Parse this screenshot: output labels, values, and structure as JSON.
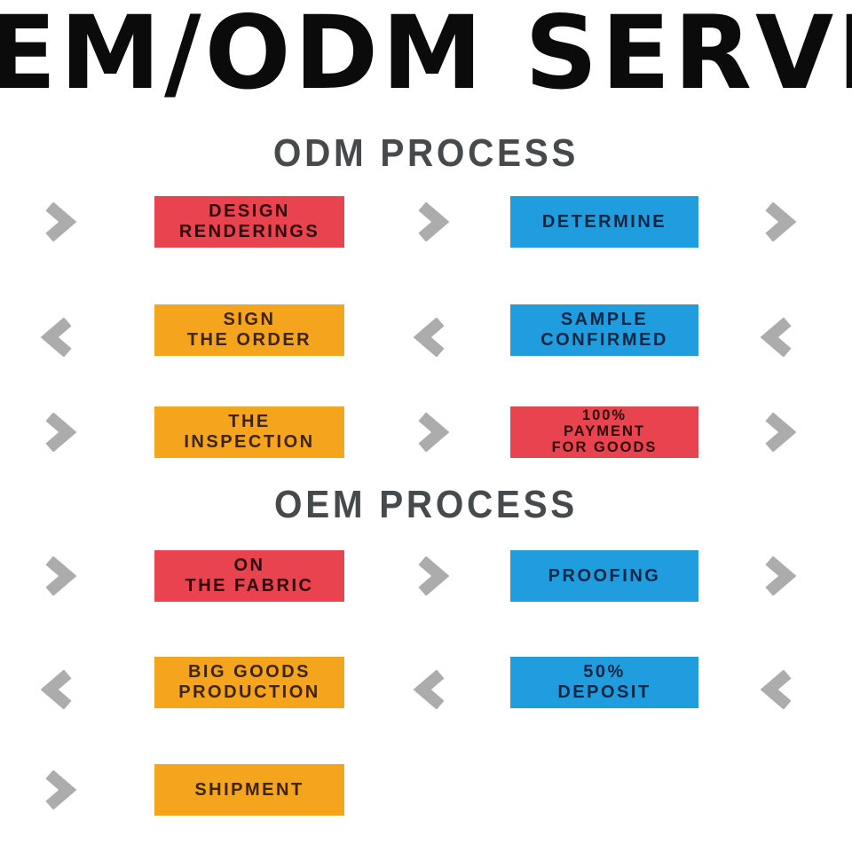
{
  "title": "OEM/ODM SERVICE",
  "colors": {
    "red": "#E8434E",
    "orange": "#F4A51D",
    "blue": "#1F9DDF",
    "arrow": "#ACACAC",
    "heading": "#474A4C",
    "title": "#0B0B0B"
  },
  "text_colors": {
    "red": "#2E070D",
    "orange": "#3E2403",
    "blue": "#0C2745"
  },
  "odm": {
    "heading": "ODM PROCESS",
    "rows": [
      {
        "dir": "right",
        "box1": {
          "color": "red",
          "text": "DESIGN\nRENDERINGS"
        },
        "box2": {
          "color": "blue",
          "text": "DETERMINE"
        }
      },
      {
        "dir": "left",
        "box1": {
          "color": "orange",
          "text": "SIGN\nTHE ORDER"
        },
        "box2": {
          "color": "blue",
          "text": "SAMPLE\nCONFIRMED"
        }
      },
      {
        "dir": "right",
        "box1": {
          "color": "orange",
          "text": "THE\nINSPECTION"
        },
        "box2": {
          "color": "red",
          "text": "100%\nPAYMENT\nFOR GOODS"
        }
      }
    ]
  },
  "oem": {
    "heading": "OEM PROCESS",
    "rows": [
      {
        "dir": "right",
        "box1": {
          "color": "red",
          "text": "ON\nTHE FABRIC"
        },
        "box2": {
          "color": "blue",
          "text": "PROOFING"
        }
      },
      {
        "dir": "left",
        "box1": {
          "color": "orange",
          "text": "BIG GOODS\nPRODUCTION"
        },
        "box2": {
          "color": "blue",
          "text": "50%\nDEPOSIT"
        }
      },
      {
        "dir": "right",
        "box1": {
          "color": "orange",
          "text": "SHIPMENT"
        },
        "box2": null
      }
    ]
  }
}
